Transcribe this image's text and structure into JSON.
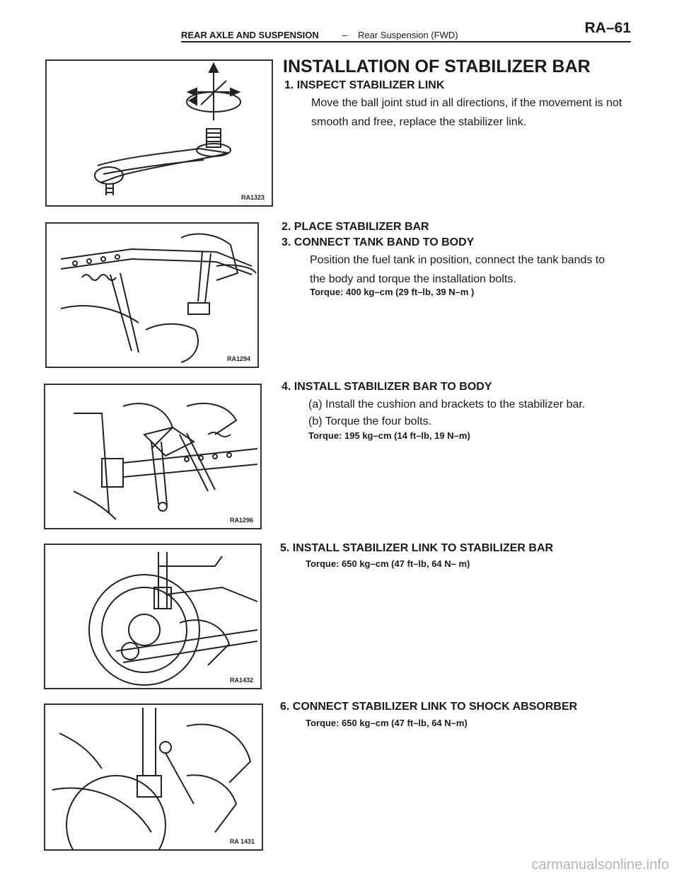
{
  "header": {
    "section": "REAR AXLE AND SUSPENSION",
    "separator": "–",
    "subsection": "Rear Suspension (FWD)",
    "page": "RA–61"
  },
  "title": "INSTALLATION OF STABILIZER BAR",
  "steps": [
    {
      "heading": "1. INSPECT STABILIZER LINK",
      "body": "Move the ball joint stud in all directions, if the movement is not smooth and free, replace the stabilizer link."
    },
    {
      "heading": "2. PLACE STABILIZER BAR"
    },
    {
      "heading": "3. CONNECT TANK BAND TO BODY",
      "body": "Position the fuel tank in position, connect the tank bands to the body and torque the installation bolts.",
      "torque": "Torque: 400 kg–cm (29 ft–lb, 39 N–m )"
    },
    {
      "heading": "4. INSTALL STABILIZER BAR TO BODY",
      "body_a": "(a) Install the cushion and brackets to the stabilizer bar.",
      "body_b": "(b) Torque the four bolts.",
      "torque": "Torque: 195 kg–cm (14 ft–lb, 19 N–m)"
    },
    {
      "heading": "5. INSTALL STABILIZER LINK TO STABILIZER BAR",
      "torque": "Torque: 650 kg–cm (47 ft–lb, 64 N– m)"
    },
    {
      "heading": "6. CONNECT STABILIZER LINK TO SHOCK ABSORBER",
      "torque": "Torque: 650 kg–cm (47 ft–lb, 64 N–m)"
    }
  ],
  "figures": [
    "RA1323",
    "RA1294",
    "RA1296",
    "RA1432",
    "RA 1431"
  ],
  "watermark": "carmanualsonline.info"
}
